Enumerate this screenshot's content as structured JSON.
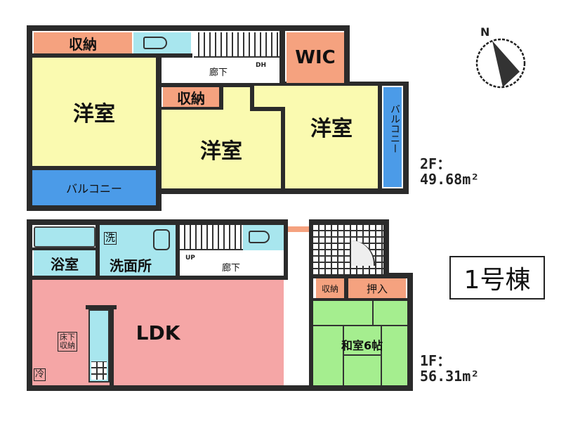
{
  "building": {
    "label": "1号棟"
  },
  "compass": {
    "label": "N"
  },
  "floor2": {
    "area_label": "2F：",
    "area_value": "49.68m²",
    "rooms": {
      "storage_top_left": "収納",
      "western_room_1": "洋室",
      "hallway": "廊下",
      "dh": "DH",
      "wic": "WIC",
      "storage_middle": "収納",
      "western_room_2": "洋室",
      "western_room_3": "洋室",
      "balcony_left": "バルコニー",
      "balcony_right": "バルコニー"
    }
  },
  "floor1": {
    "area_label": "1F：",
    "area_value": "56.31m²",
    "rooms": {
      "washer_mark": "洗",
      "bathroom": "浴室",
      "washroom": "洗面所",
      "up": "UP",
      "hallway": "廊下",
      "ldk": "LDK",
      "underfloor_storage": "床下収納",
      "fridge_mark": "冷",
      "storage": "収納",
      "closet": "押入",
      "japanese_room": "和室6帖"
    }
  },
  "colors": {
    "western_room": "#fafab0",
    "storage": "#f5a27f",
    "wet_area": "#a8e6ee",
    "balcony": "#4b9be8",
    "ldk": "#f5a6a6",
    "japanese_room": "#a5ee8f",
    "wall": "#2b2b2b"
  }
}
